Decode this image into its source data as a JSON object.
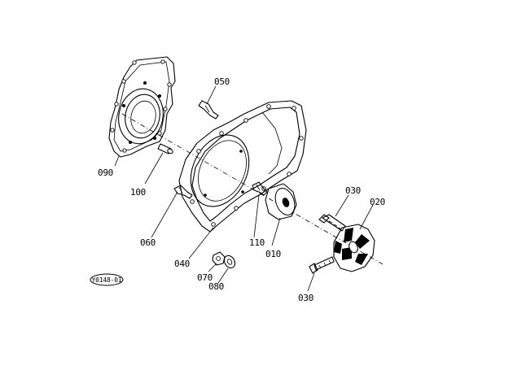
{
  "diagram": {
    "code": "Y0148-01",
    "parts": [
      {
        "id": "050",
        "label": "050"
      },
      {
        "id": "090",
        "label": "090"
      },
      {
        "id": "100",
        "label": "100"
      },
      {
        "id": "030a",
        "label": "030"
      },
      {
        "id": "020",
        "label": "020"
      },
      {
        "id": "060",
        "label": "060"
      },
      {
        "id": "110",
        "label": "110"
      },
      {
        "id": "010",
        "label": "010"
      },
      {
        "id": "040",
        "label": "040"
      },
      {
        "id": "070",
        "label": "070"
      },
      {
        "id": "080",
        "label": "080"
      },
      {
        "id": "030b",
        "label": "030"
      }
    ]
  }
}
